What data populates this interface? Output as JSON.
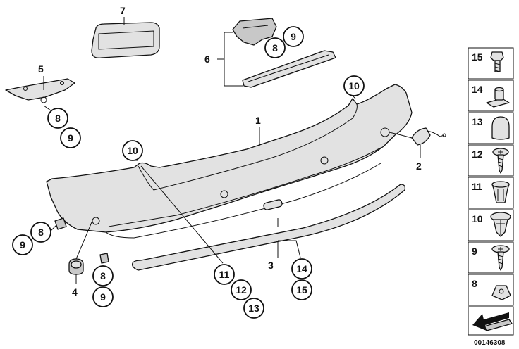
{
  "labels": {
    "l1": "1",
    "l2": "2",
    "l3": "3",
    "l4": "4",
    "l5": "5",
    "l6": "6",
    "l7": "7"
  },
  "callouts": {
    "c8_top": "8",
    "c9_top": "9",
    "c8_left": "8",
    "c9_left": "9",
    "c10_left": "10",
    "c10_right": "10",
    "c9_bl": "9",
    "c8_bl": "8",
    "c8_b": "8",
    "c9_b": "9",
    "c11": "11",
    "c12": "12",
    "c13": "13",
    "c14": "14",
    "c15": "15"
  },
  "legend": {
    "items": [
      "15",
      "14",
      "13",
      "12",
      "11",
      "10",
      "9",
      "8"
    ]
  },
  "reference_id": "00146308"
}
